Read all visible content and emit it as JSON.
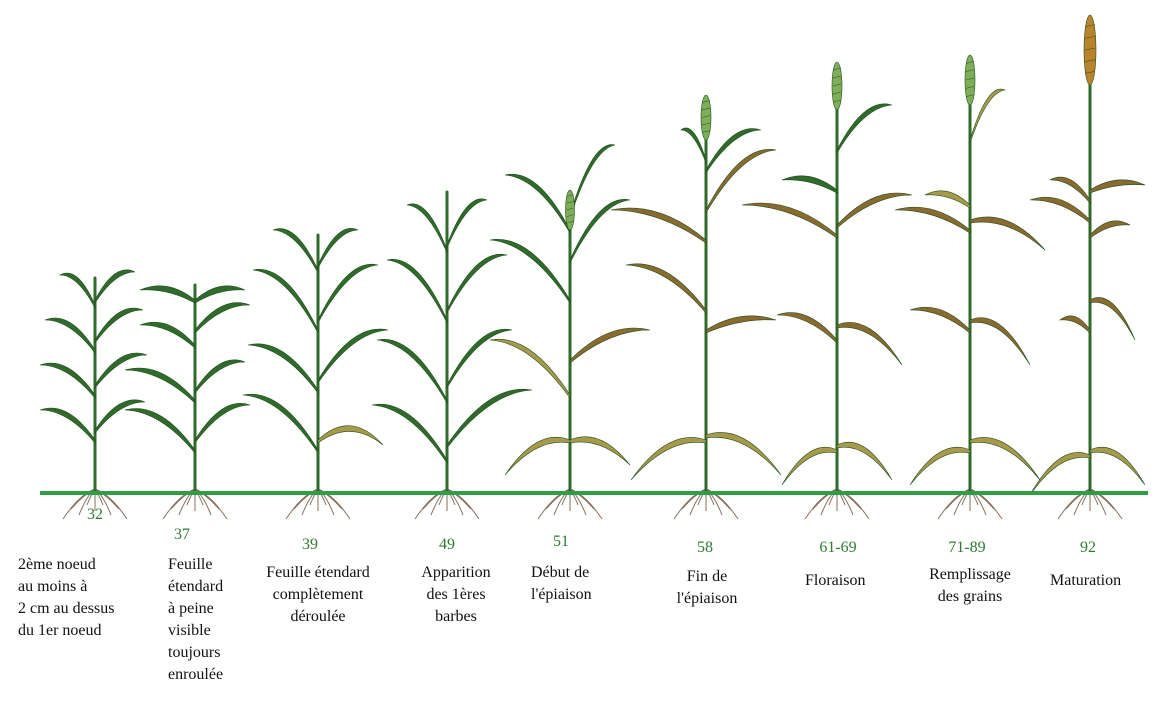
{
  "colors": {
    "ground_line": "#2e9e47",
    "stage_code": "#2e7d32",
    "description": "#111111",
    "leaf_green": "#2f6b2a",
    "leaf_dark": "#1f4d1c",
    "leaf_yellow": "#a89a4a",
    "leaf_brown": "#8a6a2e",
    "ear_green": "#7fae5a",
    "ear_golden": "#b9832e",
    "roots": "#8a6d5c"
  },
  "stages": [
    {
      "code": "32",
      "description": "2ème noeud\nau moins à\n2 cm au dessus\ndu 1er noeud"
    },
    {
      "code": "37",
      "description": "Feuille\nétendard\nà peine\nvisible\ntoujours\nenroulée"
    },
    {
      "code": "39",
      "description": "Feuille étendard\ncomplètement\ndéroulée"
    },
    {
      "code": "49",
      "description": "Apparition\ndes 1ères\nbarbes"
    },
    {
      "code": "51",
      "description": "Début de\nl'épiaison"
    },
    {
      "code": "58",
      "description": "Fin de\nl'épiaison"
    },
    {
      "code": "61-69",
      "description": "Floraison"
    },
    {
      "code": "71-89",
      "description": "Remplissage\ndes grains"
    },
    {
      "code": "92",
      "description": "Maturation"
    }
  ]
}
